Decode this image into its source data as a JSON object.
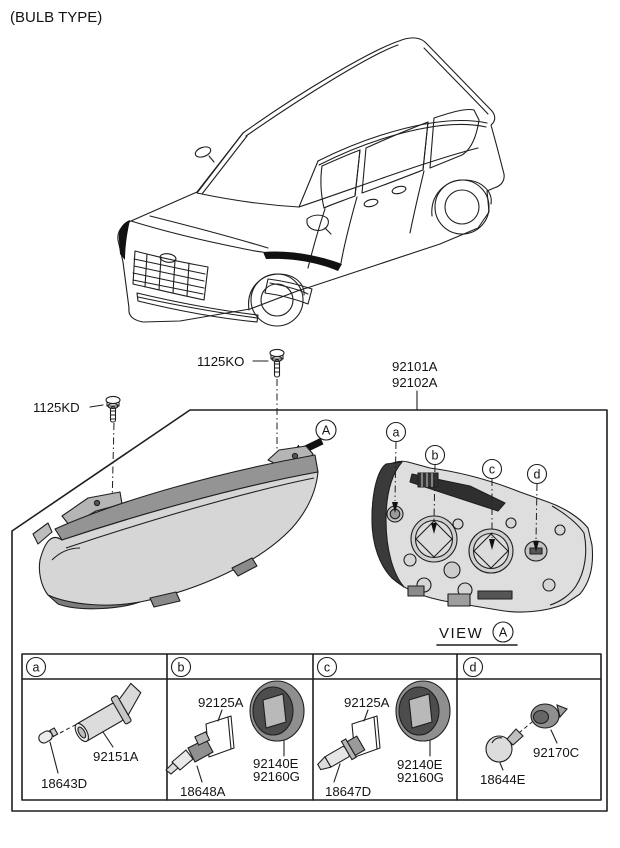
{
  "title": "(BULB TYPE)",
  "colors": {
    "line": "#1f1f1f",
    "black_fill": "#111111",
    "lens_gray": "#d6d6d6",
    "housing_gray": "#949494",
    "tab_gray": "#b5b5b5",
    "cap_dark": "#4d4d4d",
    "backview_gray": "#dedede",
    "background": "#ffffff"
  },
  "diagram": {
    "bolt_top_label": "1125KO",
    "bolt_left_label": "1125KD",
    "assembly_labels": [
      "92101A",
      "92102A"
    ],
    "direction_letter": "A",
    "view": {
      "word": "VIEW",
      "letter": "A"
    },
    "callout_letters": [
      "a",
      "b",
      "c",
      "d"
    ]
  },
  "table": {
    "header_letters": [
      "a",
      "b",
      "c",
      "d"
    ],
    "cells": {
      "a": {
        "socket": "92151A",
        "bulb": "18643D"
      },
      "b": {
        "gasket": "92125A",
        "cap_line1": "92140E",
        "cap_line2": "92160G",
        "bulb": "18648A"
      },
      "c": {
        "gasket": "92125A",
        "cap_line1": "92140E",
        "cap_line2": "92160G",
        "bulb": "18647D"
      },
      "d": {
        "socket": "92170C",
        "bulb": "18644E"
      }
    }
  }
}
